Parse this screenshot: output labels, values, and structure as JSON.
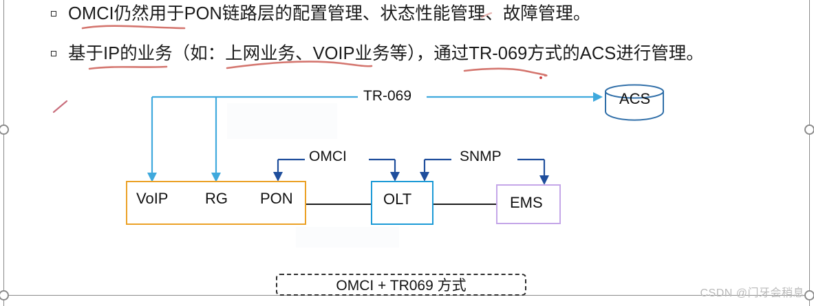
{
  "slide": {
    "bullets": [
      {
        "marker": "square-bullet",
        "text": "OMCI仍然用于PON链路层的配置管理、状态性能管理、故障管理。"
      },
      {
        "marker": "square-bullet",
        "text": "基于IP的业务（如：上网业务、VOIP业务等），通过TR-069方式的ACS进行管理。"
      }
    ],
    "annotations": {
      "pen_color": "#d4756e",
      "strokes": [
        "underline-line1",
        "underline-line2-a",
        "underline-line2-b",
        "underline-line2-c",
        "tick-mark-left",
        "dot-mark"
      ]
    }
  },
  "diagram": {
    "protocol_labels": {
      "tr069": "TR-069",
      "omci": "OMCI",
      "snmp": "SNMP"
    },
    "nodes": {
      "acs": "ACS",
      "voip": "VoIP",
      "rg": "RG",
      "pon": "PON",
      "olt": "OLT",
      "ems": "EMS"
    },
    "caption": "OMCI + TR069 方式",
    "colors": {
      "tr069_arrow": "#3fa9dd",
      "omci_arrow": "#1f4e9c",
      "snmp_arrow": "#1f4e9c",
      "cpe_box_border": "#eba125",
      "olt_box_border": "#1b9ad6",
      "ems_box_border": "#c4a6e8",
      "acs_border": "#2f6ea8",
      "wire": "#1b1b1b",
      "caption_border": "#2b2b2b"
    }
  },
  "watermark": {
    "text": "CSDN @门牙会稍息"
  }
}
